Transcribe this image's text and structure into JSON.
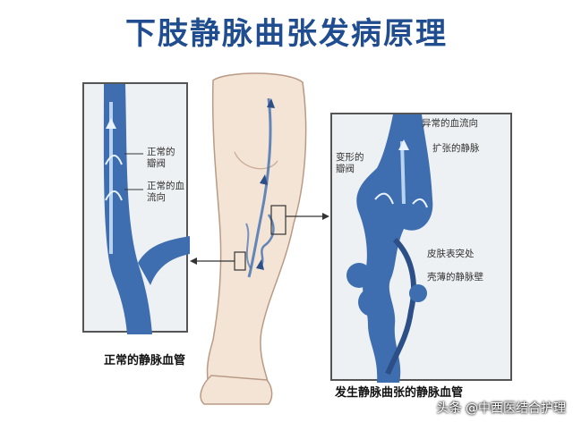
{
  "title": "下肢静脉曲张发病原理",
  "left_panel": {
    "labels": [
      "正常的瓣阀",
      "正常的血流向"
    ],
    "caption": "正常的静脉血管"
  },
  "right_panel": {
    "labels": [
      "异常的血流向",
      "扩张的静脉",
      "变形的瓣阀",
      "皮肤表突处",
      "壳薄的静脉壁"
    ],
    "caption": "发生静脉曲张的静脉血管"
  },
  "watermark": "头条 @中西医结合护理",
  "colors": {
    "title": "#1f4d8f",
    "vein": "#3f6eb0",
    "vein_dark": "#2b4f86",
    "skin": "#f4e4d6"
  }
}
